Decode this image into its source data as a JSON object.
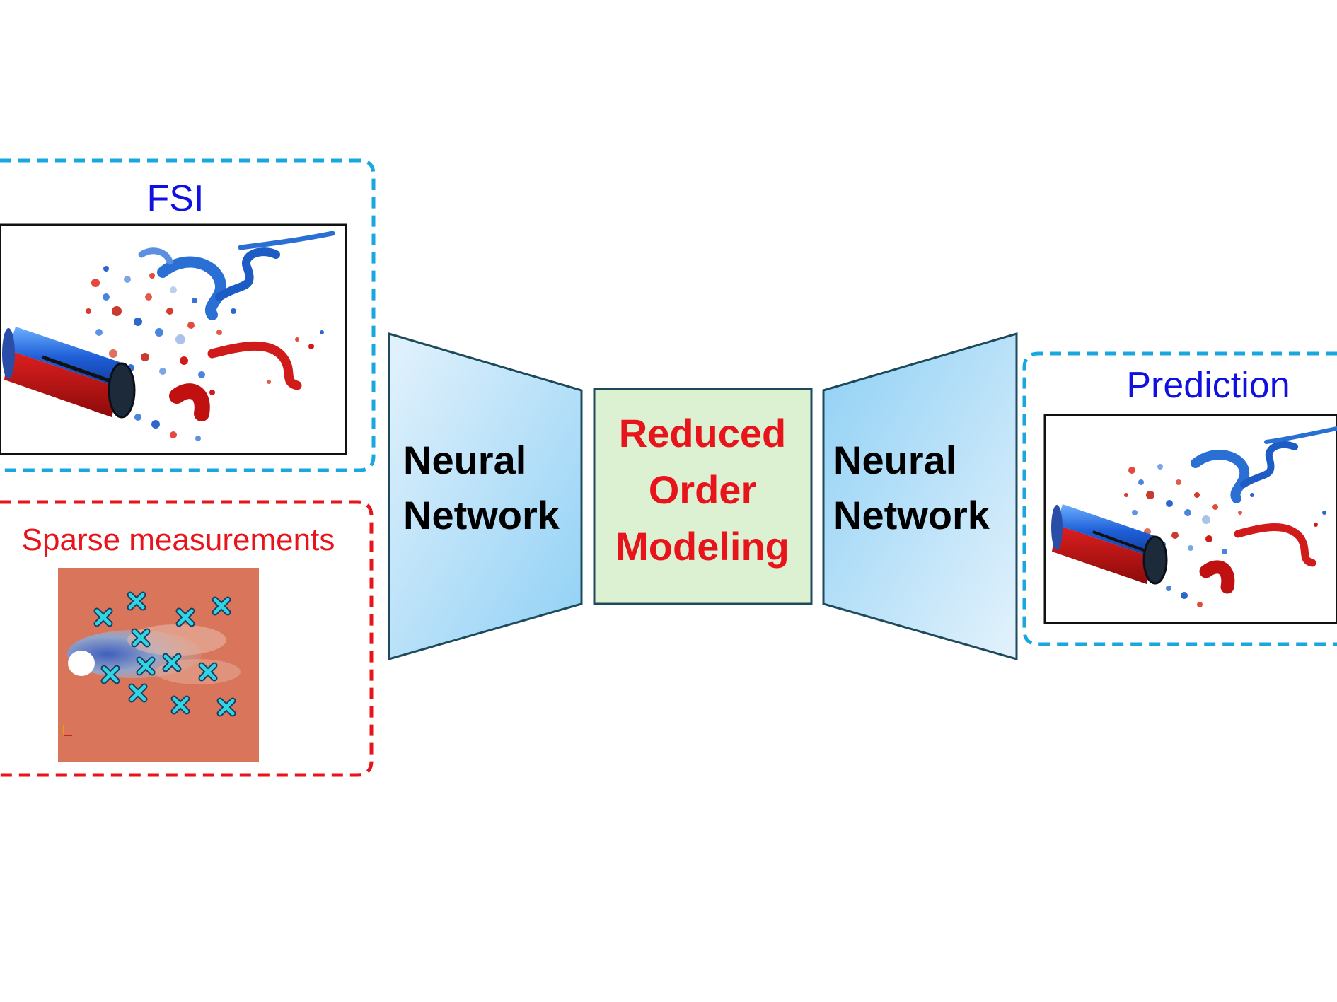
{
  "fsi_panel": {
    "title": "FSI"
  },
  "sparse_panel": {
    "title": "Sparse measurements"
  },
  "encoder": {
    "line1": "Neural",
    "line2": "Network"
  },
  "rom": {
    "line1": "Reduced",
    "line2": "Order",
    "line3": "Modeling"
  },
  "decoder": {
    "line1": "Neural",
    "line2": "Network"
  },
  "prediction_panel": {
    "title": "Prediction"
  },
  "colors": {
    "fsi_border": "#1aa7e0",
    "sparse_border": "#e8141b",
    "title_blue": "#1010e0",
    "title_red": "#e8141b",
    "rom_text": "#e8141b",
    "rom_fill": "#dcf0d2",
    "network_fill_light": "#e3f2fc",
    "network_fill_dark": "#8fd0f5",
    "block_stroke": "#1d4b5c",
    "marker": "#2fd6e0"
  }
}
